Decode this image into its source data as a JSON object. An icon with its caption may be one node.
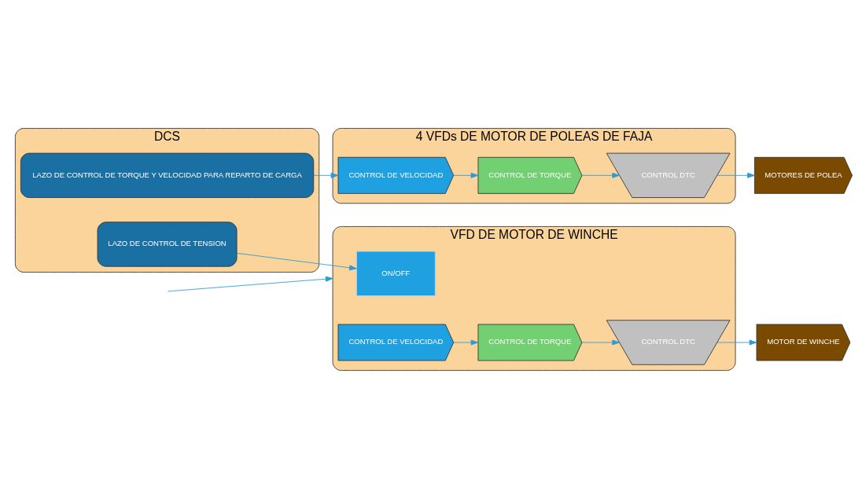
{
  "diagram": {
    "nodes": [
      {
        "text": [
          "DCS"
        ]
      },
      {
        "text": [
          "LAZO DE CONTROL DE TORQUE Y VELOCIDAD PARA REPARTO DE CARGA"
        ],
        "in": 0
      },
      {
        "text": [
          "LAZO DE CONTROL DE TENSION"
        ],
        "in": 0
      },
      {
        "text": [
          "4 VFDs DE MOTOR DE POLEAS DE FAJA"
        ]
      },
      {
        "text": [
          "CONTROL DE VELOCIDAD"
        ],
        "in": 3
      },
      {
        "text": [
          "CONTROL DE TORQUE"
        ],
        "in": 3
      },
      {
        "text": [
          "CONTROL DTC"
        ],
        "in": 3
      },
      {
        "text": [
          "MOTORES DE POLEA"
        ]
      },
      {
        "text": [
          "VFD DE MOTOR DE WINCHE"
        ]
      },
      {
        "text": [
          "ON/OFF"
        ],
        "in": 8
      },
      {
        "text": [
          "CONTROL DE VELOCIDAD"
        ],
        "in": 8
      },
      {
        "text": [
          "CONTROL DE TORQUE"
        ],
        "in": 8
      },
      {
        "text": [
          "CONTROL DTC"
        ],
        "in": 8
      },
      {
        "text": [
          "MOTOR DE WINCHE"
        ]
      }
    ],
    "edges": [
      {
        "from": 1,
        "to": 4,
        "arrow": "to"
      },
      {
        "from": 4,
        "to": 5,
        "arrow": "to"
      },
      {
        "from": 5,
        "to": 6,
        "arrow": "to"
      },
      {
        "from": 6,
        "to": 7,
        "arrow": "to"
      },
      {
        "from": 2,
        "to": 9,
        "arrow": "to"
      },
      {
        "from": 10,
        "to": 11,
        "arrow": "to"
      },
      {
        "from": 11,
        "to": 12,
        "arrow": "to"
      },
      {
        "from": 12,
        "to": 13,
        "arrow": "to"
      },
      {
        "from": null,
        "to": 8,
        "arrow": "to"
      }
    ]
  }
}
